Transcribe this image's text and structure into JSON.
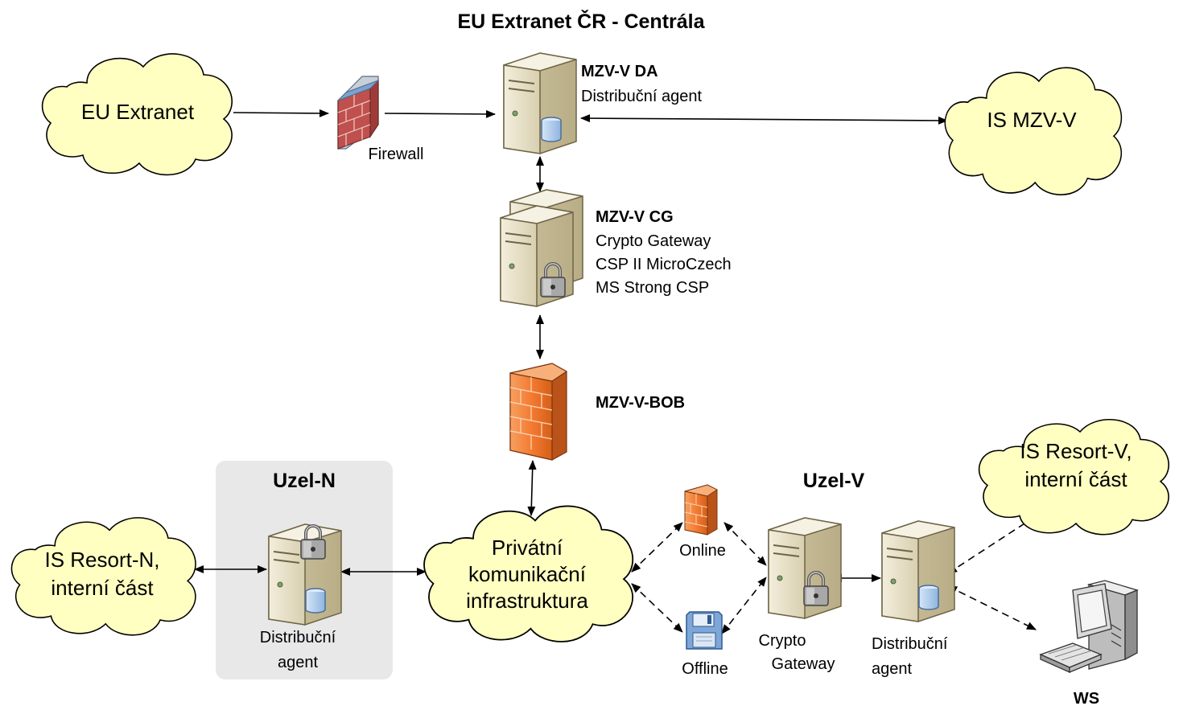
{
  "title": "EU Extranet ČR - Centrála",
  "clouds": {
    "eu_extranet": "EU Extranet",
    "is_mzv_v": "IS MZV-V",
    "is_resort_n": [
      "IS Resort-N,",
      "interní část"
    ],
    "privatni": [
      "Privátní",
      "komunikační",
      "infrastruktura"
    ],
    "is_resort_v": [
      "IS Resort-V,",
      "interní část"
    ]
  },
  "labels": {
    "firewall": "Firewall",
    "mzv_da_title": "MZV-V DA",
    "mzv_da_desc": "Distribuční agent",
    "mzv_cg_title": "MZV-V CG",
    "mzv_cg_lines": [
      "Crypto Gateway",
      "CSP II MicroCzech",
      "MS Strong CSP"
    ],
    "bob": "MZV-V-BOB",
    "uzel_n": "Uzel-N",
    "uzel_n_agent": [
      "Distribuční",
      "agent"
    ],
    "uzel_v": "Uzel-V",
    "online": "Online",
    "offline": "Offline",
    "crypto_gateway": [
      "Crypto",
      "Gateway"
    ],
    "distrib_agent_v": [
      "Distribuční",
      "agent"
    ],
    "ws": "WS"
  },
  "colors": {
    "cloud_fill": "#FFFFC2",
    "cloud_stroke": "#000000",
    "uzel_n_box": "#E8E8E8",
    "server_light": "#EDE7D3",
    "server_dark": "#C9BF9B",
    "firewall_orange": "#F47B32",
    "firewall_red": "#C0504D",
    "db_blue": "#A9C8EC"
  }
}
